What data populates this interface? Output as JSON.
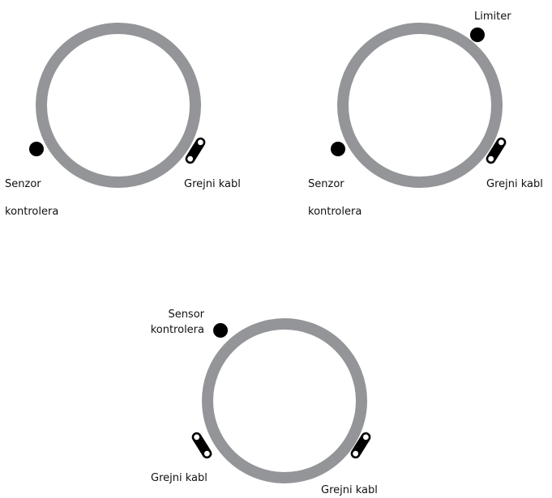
{
  "colors": {
    "ring": "#939598",
    "dot": "#000000",
    "heater_fill": "#000000",
    "heater_hole": "#ffffff",
    "text": "#111111"
  },
  "diagram_1": {
    "sensor_line1": "Senzor",
    "sensor_line2": "kontrolera",
    "cable_label": "Grejni kabl"
  },
  "diagram_2": {
    "limiter_label": "Limiter",
    "sensor_line1": "Senzor",
    "sensor_line2": "kontrolera",
    "cable_label": "Grejni kabl"
  },
  "diagram_3": {
    "sensor_line1": "Sensor",
    "sensor_line2": "kontrolera",
    "cable_left_label": "Grejni kabl",
    "cable_right_label": "Grejni kabl"
  }
}
